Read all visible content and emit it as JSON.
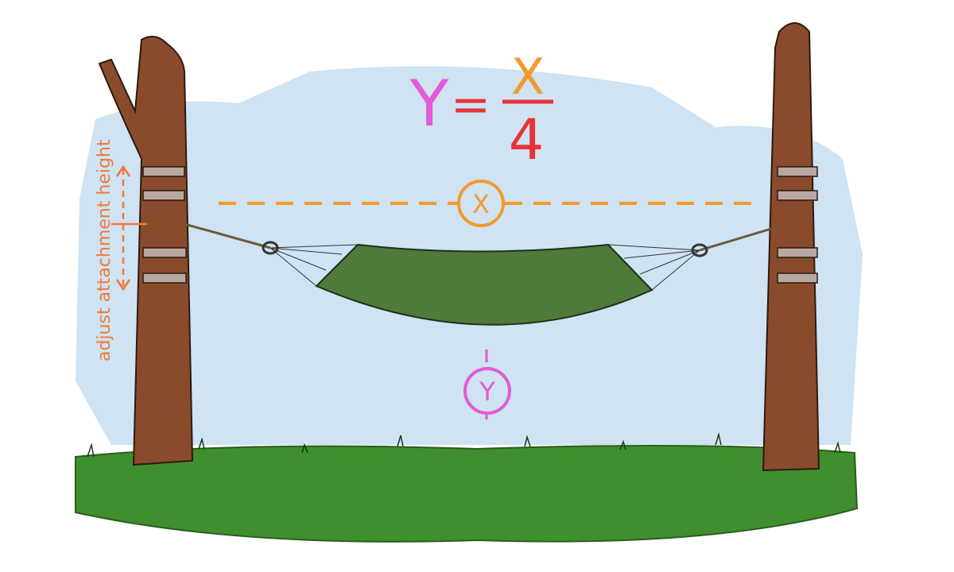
{
  "formula": {
    "lhs": "Y",
    "equals": "=",
    "numerator": "X",
    "denominator": "4"
  },
  "labels": {
    "x_marker": "X",
    "y_marker": "Y",
    "side_note": "adjust attachment height"
  },
  "colors": {
    "sky": "#cfe3f2",
    "grass": "#3f8f2e",
    "trunk": "#8a4b2c",
    "hammock": "#4e7a3a",
    "x_guide": "#f29a2e",
    "y_guide": "#e35ad6",
    "formula_red": "#e8323a",
    "side_note": "#f07a3a"
  }
}
